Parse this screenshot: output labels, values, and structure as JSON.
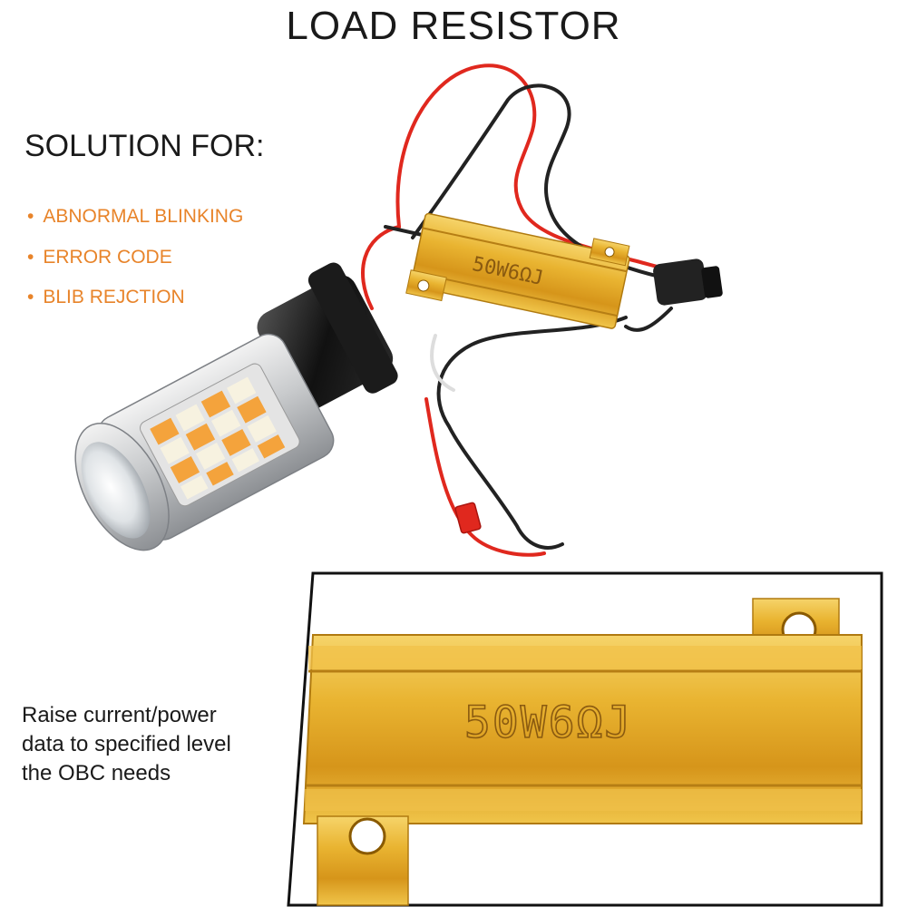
{
  "title": "LOAD RESISTOR",
  "solution_heading": "SOLUTION FOR:",
  "bullets": [
    {
      "label": "ABNORMAL BLINKING"
    },
    {
      "label": "ERROR CODE"
    },
    {
      "label": "BLIB REJCTION"
    }
  ],
  "description_lines": [
    "Raise current/power",
    "data to specified level",
    "the OBC needs"
  ],
  "resistor_marking": "50W6ΩJ",
  "colors": {
    "accent_orange": "#e8842a",
    "resistor_gold": "#e9b431",
    "wire_red": "#e0281e",
    "wire_black": "#222222"
  }
}
